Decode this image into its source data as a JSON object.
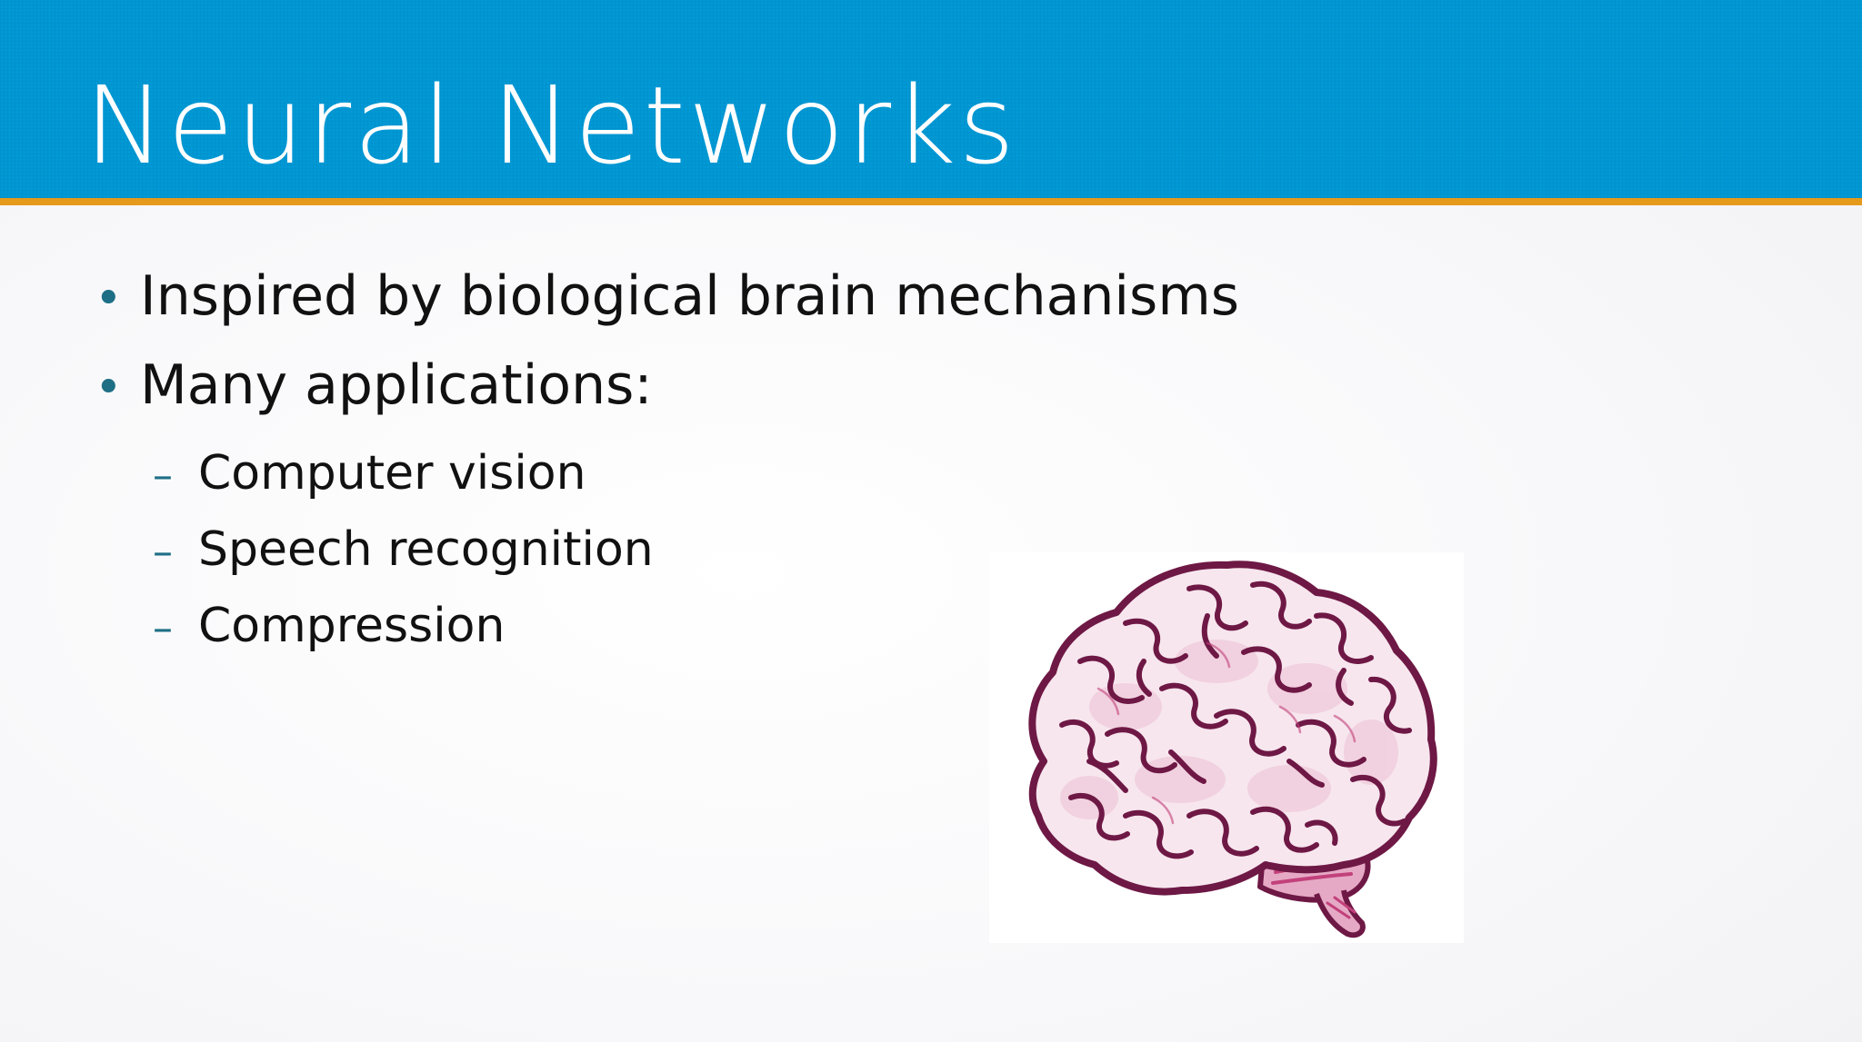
{
  "slide": {
    "title": "Neural Networks",
    "bullets": [
      {
        "marker": "•",
        "text": "Inspired by biological brain mechanisms"
      },
      {
        "marker": "•",
        "text": "Many applications:"
      }
    ],
    "sub_bullets": [
      {
        "marker": "–",
        "text": "Computer vision"
      },
      {
        "marker": "–",
        "text": "Speech recognition"
      },
      {
        "marker": "–",
        "text": "Compression"
      }
    ]
  },
  "illustration": {
    "icon": "brain-illustration",
    "stroke_color": "#6e1845",
    "fill_color": "#f3dbe5",
    "accent_color": "#c2417b"
  },
  "theme": {
    "header_color": "#0199d6",
    "rule_color": "#e59a1c",
    "bullet_color": "#1e6f86"
  }
}
